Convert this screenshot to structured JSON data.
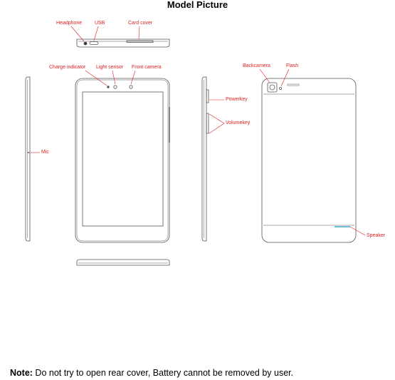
{
  "title": "Model Picture",
  "labels": {
    "headphone": "Headphone",
    "usb": "USB",
    "card_cover": "Card cover",
    "charge_indicator": "Charge indicator",
    "light_sensor": "Light sensor",
    "front_camera": "Front camera",
    "mic": "Mic",
    "power_key": "Powerkey",
    "volume_key": "Volumekey",
    "back_camera": "Backcamera",
    "flash": "Flash",
    "speaker": "Speaker"
  },
  "note": {
    "label": "Note:",
    "text": " Do not try to open rear cover, Battery cannot be removed by user."
  },
  "colors": {
    "label": "#e02020",
    "line": "#555555",
    "speaker_accent": "#3aa9d8"
  }
}
